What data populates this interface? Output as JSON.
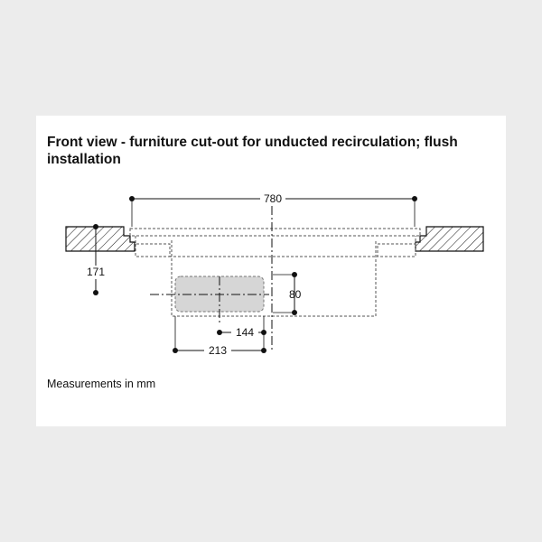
{
  "title": "Front view - furniture cut-out for unducted recirculation; flush installation",
  "dimensions": {
    "width_total": "780",
    "depth_offset": "171",
    "opening_height": "80",
    "offset_inner": "144",
    "offset_outer": "213"
  },
  "footnote": "Measurements in mm"
}
